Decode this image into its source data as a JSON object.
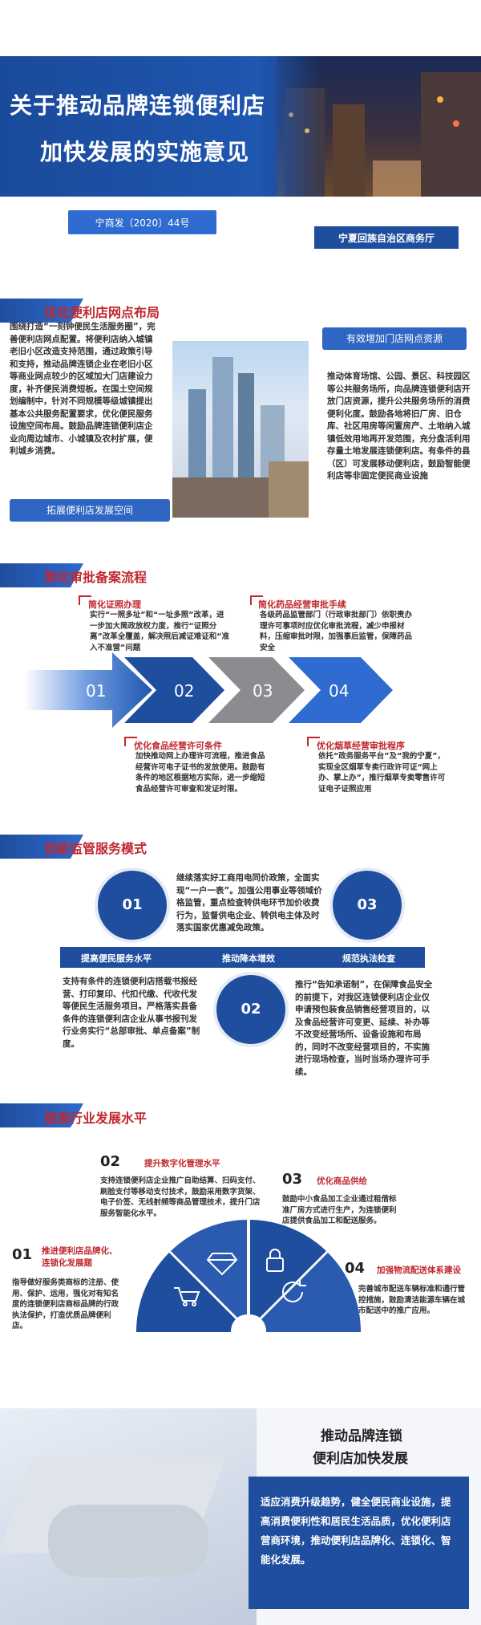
{
  "header": {
    "title_line1": "关于推动品牌连锁便利店",
    "title_line2": "加快发展的实施意见",
    "doc_number": "宁商发〔2020〕44号",
    "issuer": "宁夏回族自治区商务厅"
  },
  "section1": {
    "title": "优化便利店网点布局",
    "left_text": "围绕打造“一刻钟便民生活服务圈”，完善便利店网点配置。将便利店纳入城镇老旧小区改造支持范围，通过政策引导和支持，推动品牌连锁企业在老旧小区等商业网点较少的区域加大门店建设力度，补齐便民消费短板。在国土空间规划编制中，针对不同规模等级城镇提出基本公共服务配置要求，优化便民服务设施空间布局。鼓励品牌连锁便利店企业向周边城市、小城镇及农村扩展，便利城乡消费。",
    "left_label": "拓展便利店发展空间",
    "right_label": "有效增加门店网点资源",
    "right_text": "推动体育场馆、公园、景区、科技园区等公共服务场所，向品牌连锁便利店开放门店资源，提升公共服务场所的消费便利化度。鼓励各地将旧厂房、旧仓库、社区用房等闲置房产、土地纳入城镇低效用地再开发范围，充分盘活利用存量土地发展连锁便利店。有条件的县（区）可发展移动便利店，鼓励智能便利店等非固定便民商业设施"
  },
  "section2": {
    "title": "简化审批备案流程",
    "arrows": [
      "01",
      "02",
      "03",
      "04"
    ],
    "item1_title": "简化证照办理",
    "item1_text": "实行“一照多址”和“一址多照”改革，进一步加大简政放权力度，推行“证照分离”改革全覆盖，解决照后减证难证和“准入不准营”问题",
    "item2_title": "优化食品经营许可条件",
    "item2_text": "加快推动网上办理许可流程，推进食品经营许可电子证书的发放使用。鼓励有条件的地区根据地方实际，进一步缩短食品经营许可审查和发证时限。",
    "item3_title": "简化药品经营审批手续",
    "item3_text": "各级药品监管部门（行政审批部门）依职责办理许可事项时应优化审批流程，减少申报材料，压缩审批时限，加强事后监管，保障药品安全",
    "item4_title": "优化烟草经营审批程序",
    "item4_text": "依托“政务服务平台”及“我的宁夏”，实现全区烟草专卖行政许可证“网上办、掌上办”，推行烟草专卖零售许可证电子证照应用"
  },
  "section3": {
    "title": "创新监管服务模式",
    "circle1": "01",
    "circle2": "02",
    "circle3": "03",
    "center_text": "继续落实好工商用电同价政策，全面实现“一户一表”。加强公用事业等领域价格监管，重点检查转供电环节加价收费行为，监督供电企业、转供电主体及时落实国家优惠减免政策。",
    "label1": "提高便民服务水平",
    "label2": "推动降本增效",
    "label3": "规范执法检查",
    "left_text": "支持有条件的连锁便利店搭载书报经营、打印复印、代扣代缴、代收代发等便民生活服务项目。严格落实县备条件的连锁便利店企业从事书报刊发行业务实行“总部审批、单点备案”制度。",
    "right_text": "推行“告知承诺制”，在保障食品安全的前提下，对我区连锁便利店企业仅申请预包装食品销售经营项目的，以及食品经营许可变更、延续、补办等不改变经营场所、设备设施和布局的，同时不改变经营项目的，不实施进行现场检查，当时当场办理许可手续。"
  },
  "section4": {
    "title": "提高行业发展水平",
    "item1_num": "01",
    "item1_title": "推进便利店品牌化、连锁化发展题",
    "item1_text": "指导做好服务类商标的注册、使用、保护、运用，强化对有知名度的连锁便利店商标品牌的行政执法保护，打造优质品牌便利店。",
    "item2_num": "02",
    "item2_title": "提升数字化管理水平",
    "item2_text": "支持连锁便利店企业推广自助结算、扫码支付、刷脸支付等移动支付技术，鼓励采用数字货架、电子价签、无线射频等商品管理技术，提升门店服务智能化水平。",
    "item3_num": "03",
    "item3_title": "优化商品供给",
    "item3_text": "鼓励中小食品加工企业通过租借标准厂房方式进行生产，为连锁便利店提供食品加工和配送服务。",
    "item4_num": "04",
    "item4_title": "加强物流配送体系建设",
    "item4_text": "完善城市配送车辆标准和通行管控措施，鼓励清洁能源车辆在城市配送中的推广应用。"
  },
  "footer": {
    "title_line1": "推动品牌连锁",
    "title_line2": "便利店加快发展",
    "text": "适应消费升级趋势，健全便民商业设施，提高消费便利性和居民生活品质，优化便利店营商环境，推动便利店品牌化、连锁化、智能化发展。"
  },
  "colors": {
    "primary": "#1f4e9e",
    "accent": "#c0282e",
    "grey": "#8a8c90"
  },
  "icons": [
    "shopping-cart-icon",
    "diamond-icon",
    "lock-icon",
    "refresh-icon"
  ]
}
